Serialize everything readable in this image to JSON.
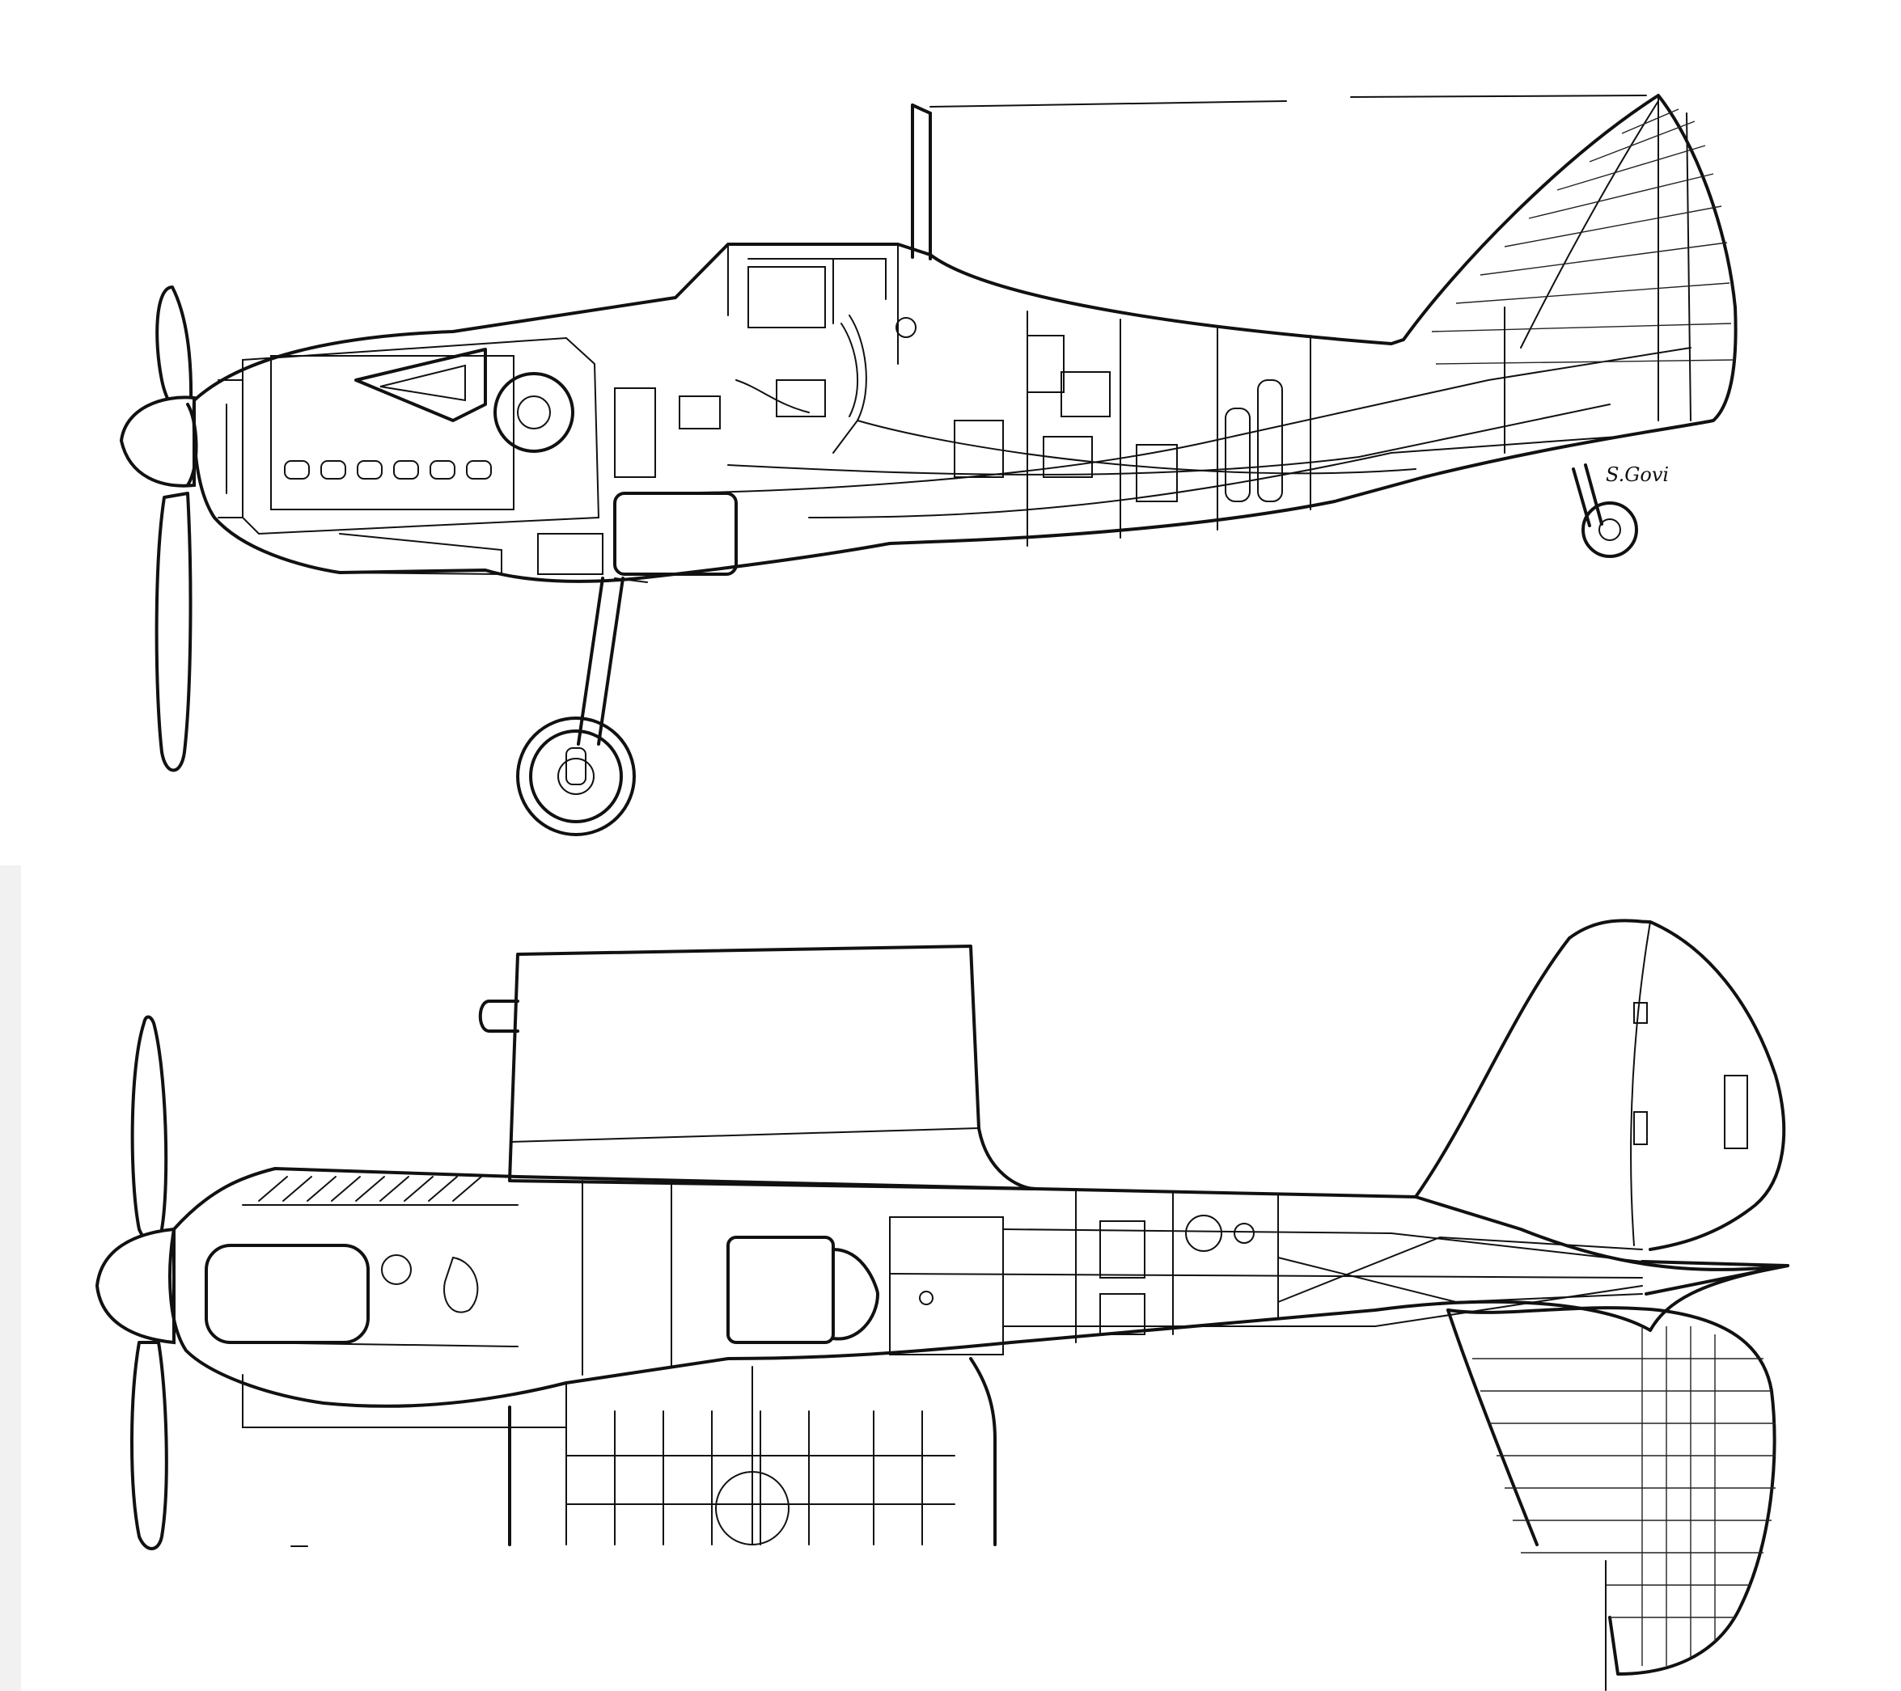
{
  "drawing": {
    "signature": "S.Govi"
  },
  "views": [
    {
      "id": "side-view",
      "label": ""
    },
    {
      "id": "top-view",
      "label": ""
    }
  ],
  "colors": {
    "ink": "#111111",
    "paper": "#ffffff"
  }
}
